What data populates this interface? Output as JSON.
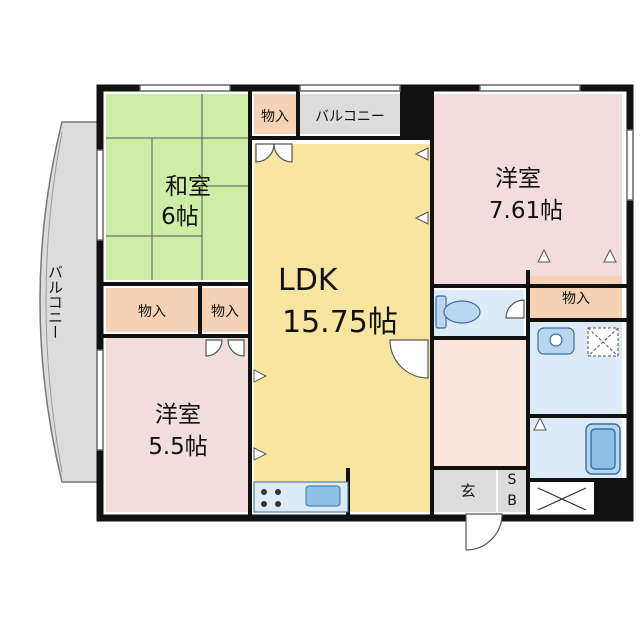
{
  "rooms": {
    "washitsu": {
      "name": "和室",
      "size": "6帖"
    },
    "ldk": {
      "name": "LDK",
      "size": "15.75帖"
    },
    "yoshitsu_east": {
      "name": "洋室",
      "size": "7.61帖"
    },
    "yoshitsu_west": {
      "name": "洋室",
      "size": "5.5帖"
    }
  },
  "labels": {
    "closet_top": "物入",
    "balcony_top": "バルコニー",
    "balcony_side": "バルコニー",
    "closet_mid_left": "物入",
    "closet_mid_right": "物入",
    "closet_east": "物入",
    "entrance": "玄",
    "shoe_box_s": "S",
    "shoe_box_b": "B"
  },
  "colors": {
    "washitsu": "#cdeea6",
    "ldk": "#f8e6a0",
    "yoshitsu": "#f3dcdc",
    "closet": "#f6d3b7",
    "wet_area": "#dcebf7",
    "hall": "#fbe5dc",
    "entrance": "#dcdcdc",
    "wall": "#111111"
  }
}
